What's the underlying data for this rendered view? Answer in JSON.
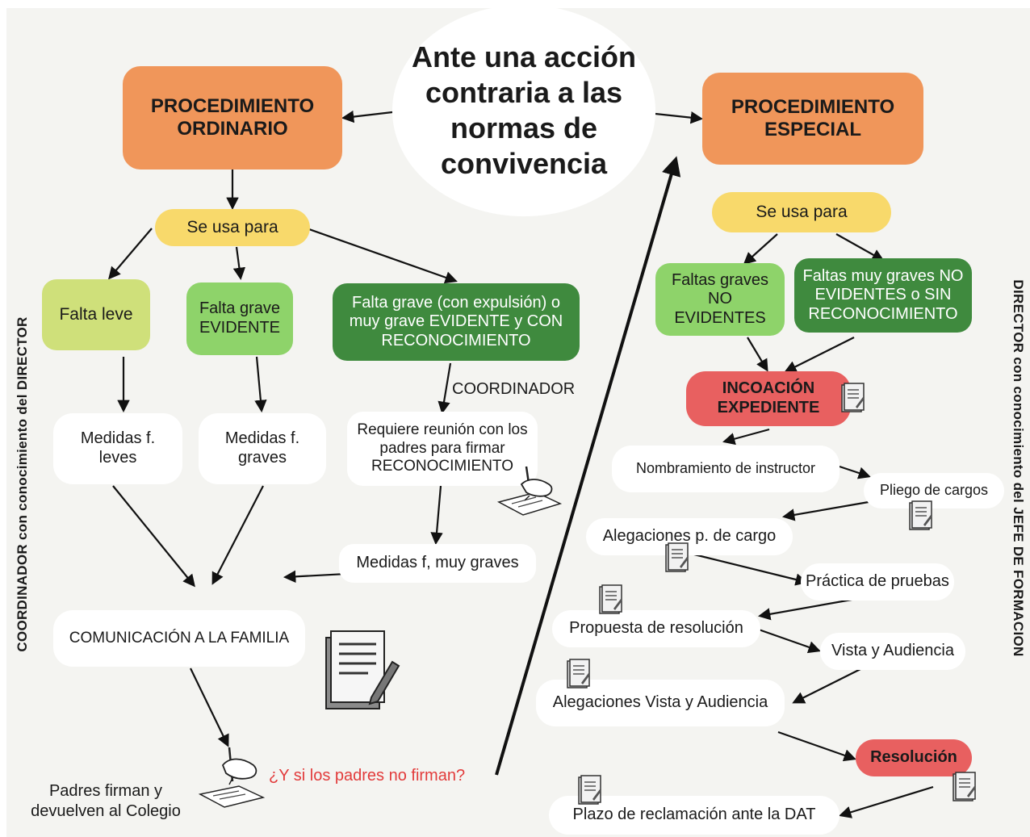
{
  "center": "Ante una acción contraria a las normas de convivencia",
  "left": {
    "title": "PROCEDIMIENTO ORDINARIO",
    "uses": "Se usa para",
    "leve": "Falta leve",
    "grave": "Falta grave EVIDENTE",
    "muy_grave": "Falta grave (con expulsión) o muy grave EVIDENTE y CON RECONOCIMIENTO",
    "coordinador": "COORDINADOR",
    "medidas_leves": "Medidas f. leves",
    "medidas_graves": "Medidas f. graves",
    "reunion": "Requiere reunión con los padres para firmar RECONOCIMIENTO",
    "medidas_muy_graves": "Medidas f, muy graves",
    "comunicacion": "COMUNICACIÓN A LA FAMILIA",
    "padres_firman": "Padres firman y devuelven al  Colegio",
    "pregunta": "¿Y si los padres no firman?",
    "side_label": "COORDINADOR con conocimiento del DIRECTOR"
  },
  "right": {
    "title": "PROCEDIMIENTO ESPECIAL",
    "uses": "Se usa para",
    "graves": "Faltas graves NO EVIDENTES",
    "muy_graves": "Faltas muy graves NO EVIDENTES o SIN RECONOCIMIENTO",
    "incoacion": "INCOACIÓN EXPEDIENTE",
    "steps": {
      "instructor": "Nombramiento de instructor",
      "pliego": "Pliego de cargos",
      "alegaciones_cargo": "Alegaciones p. de cargo",
      "pruebas": "Práctica de pruebas",
      "propuesta": "Propuesta de resolución",
      "vista": "Vista y Audiencia",
      "alegaciones_vista": "Alegaciones Vista y Audiencia",
      "resolucion": "Resolución",
      "plazo": "Plazo de reclamación ante la DAT"
    },
    "side_label": "DIRECTOR con conocimiento del JEFE DE FORMACION"
  },
  "colors": {
    "orange": "#f0965a",
    "yellow": "#f8d96b",
    "light_green": "#cfe07a",
    "mid_green": "#8ed36a",
    "dark_green": "#3f8a3e",
    "red": "#e86060",
    "question_red": "#e23b3b",
    "background": "#f4f4f1"
  }
}
